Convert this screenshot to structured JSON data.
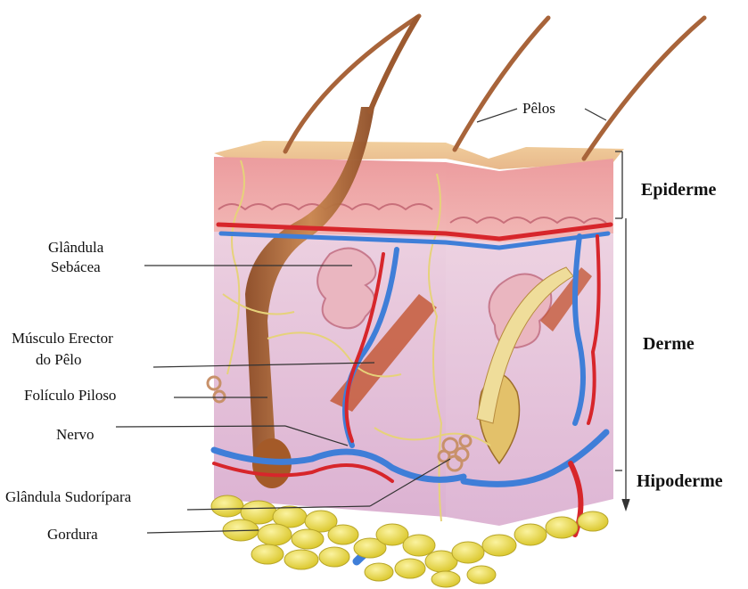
{
  "labels": {
    "pelos": "Pêlos",
    "glandula_sebacea_1": "Glândula",
    "glandula_sebacea_2": "Sebácea",
    "musculo_1": "Músculo Erector",
    "musculo_2": "do Pêlo",
    "foliculo": "Folículo Piloso",
    "nervo": "Nervo",
    "sudoripara": "Glândula Sudorípara",
    "gordura": "Gordura"
  },
  "layers": {
    "epiderme": "Epiderme",
    "derme": "Derme",
    "hipoderme": "Hipoderme"
  },
  "colors": {
    "epidermis": "#e9a7a6",
    "dermis": "#e9c9dd",
    "fat": "#f0e05a",
    "artery": "#d7262b",
    "vein": "#3f7ed8",
    "hair": "#a8643a",
    "nerve": "#e6d27a"
  }
}
